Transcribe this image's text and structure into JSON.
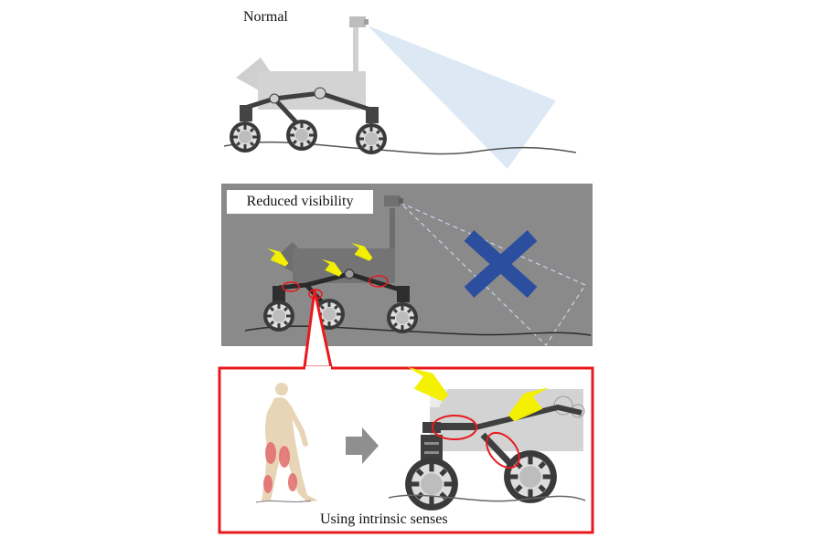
{
  "panels": {
    "normal": {
      "label": "Normal"
    },
    "reduced": {
      "label": "Reduced visibility"
    },
    "intrinsic": {
      "label": "Using intrinsic senses"
    }
  },
  "colors": {
    "rover_body": "#d3d3d3",
    "rover_dark": "#404040",
    "camera_beam": "#dce9f5",
    "reduced_bg": "#8a8a8a",
    "blocked_x": "#2b4e9e",
    "lightning": "#f4f000",
    "highlight": "#e8191d",
    "human": "#e8d5b8",
    "muscle": "#e26a6a",
    "arrow": "#8f8f8f"
  },
  "icons": [
    "camera-icon",
    "lightning-icon",
    "blocked-x-icon",
    "walking-human-icon",
    "right-arrow-icon",
    "wheel-icon"
  ]
}
